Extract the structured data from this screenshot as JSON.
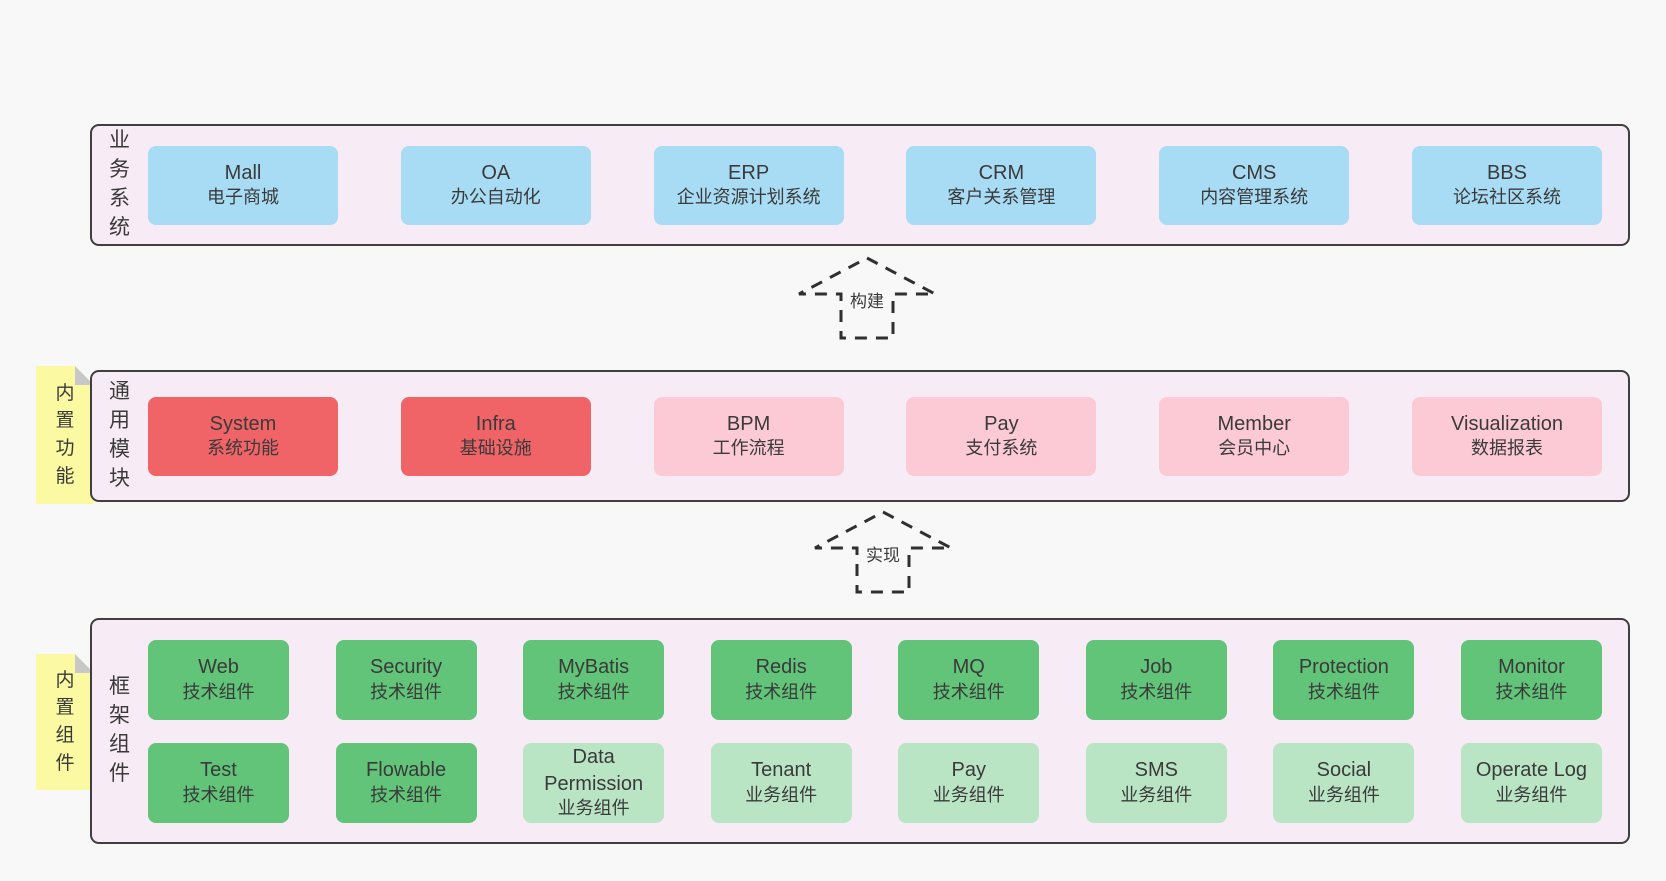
{
  "colors": {
    "page_bg": "#f8f8f8",
    "panel_bg": "#f7ecf5",
    "panel_border": "#3f3f3f",
    "box_blue": "#a8dcf4",
    "box_red": "#f06467",
    "box_pink": "#fccad4",
    "box_green": "#61c478",
    "box_lightgreen": "#bae5c5",
    "note_yellow": "#fbf9a1",
    "note_fold": "#c8c8c8",
    "text": "#3a3a3a"
  },
  "arrows": {
    "build": "构建",
    "implement": "实现"
  },
  "business": {
    "label": "业务系统",
    "boxes": [
      {
        "title": "Mall",
        "subtitle": "电子商城",
        "type": "blue"
      },
      {
        "title": "OA",
        "subtitle": "办公自动化",
        "type": "blue"
      },
      {
        "title": "ERP",
        "subtitle": "企业资源计划系统",
        "type": "blue"
      },
      {
        "title": "CRM",
        "subtitle": "客户关系管理",
        "type": "blue"
      },
      {
        "title": "CMS",
        "subtitle": "内容管理系统",
        "type": "blue"
      },
      {
        "title": "BBS",
        "subtitle": "论坛社区系统",
        "type": "blue"
      }
    ]
  },
  "modules": {
    "label": "通用模块",
    "note": "内置功能",
    "boxes": [
      {
        "title": "System",
        "subtitle": "系统功能",
        "type": "red"
      },
      {
        "title": "Infra",
        "subtitle": "基础设施",
        "type": "red"
      },
      {
        "title": "BPM",
        "subtitle": "工作流程",
        "type": "pink"
      },
      {
        "title": "Pay",
        "subtitle": "支付系统",
        "type": "pink"
      },
      {
        "title": "Member",
        "subtitle": "会员中心",
        "type": "pink"
      },
      {
        "title": "Visualization",
        "subtitle": "数据报表",
        "type": "pink"
      }
    ]
  },
  "components": {
    "label": "框架组件",
    "note": "内置组件",
    "row1": [
      {
        "title": "Web",
        "subtitle": "技术组件",
        "type": "green"
      },
      {
        "title": "Security",
        "subtitle": "技术组件",
        "type": "green"
      },
      {
        "title": "MyBatis",
        "subtitle": "技术组件",
        "type": "green"
      },
      {
        "title": "Redis",
        "subtitle": "技术组件",
        "type": "green"
      },
      {
        "title": "MQ",
        "subtitle": "技术组件",
        "type": "green"
      },
      {
        "title": "Job",
        "subtitle": "技术组件",
        "type": "green"
      },
      {
        "title": "Protection",
        "subtitle": "技术组件",
        "type": "green"
      },
      {
        "title": "Monitor",
        "subtitle": "技术组件",
        "type": "green"
      }
    ],
    "row2": [
      {
        "title": "Test",
        "subtitle": "技术组件",
        "type": "green"
      },
      {
        "title": "Flowable",
        "subtitle": "技术组件",
        "type": "green"
      },
      {
        "title": "Data Permission",
        "subtitle": "业务组件",
        "type": "lightgreen"
      },
      {
        "title": "Tenant",
        "subtitle": "业务组件",
        "type": "lightgreen"
      },
      {
        "title": "Pay",
        "subtitle": "业务组件",
        "type": "lightgreen"
      },
      {
        "title": "SMS",
        "subtitle": "业务组件",
        "type": "lightgreen"
      },
      {
        "title": "Social",
        "subtitle": "业务组件",
        "type": "lightgreen"
      },
      {
        "title": "Operate Log",
        "subtitle": "业务组件",
        "type": "lightgreen"
      }
    ]
  }
}
